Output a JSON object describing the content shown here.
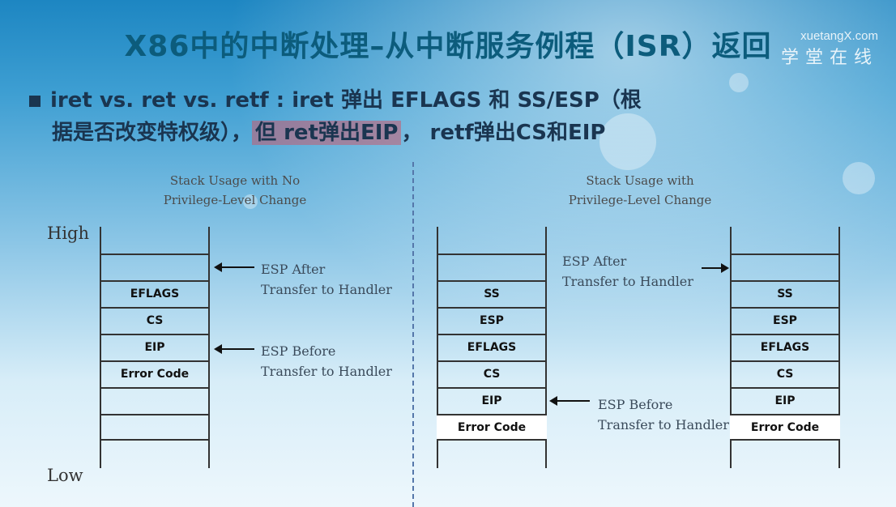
{
  "slide": {
    "title": "X86中的中断处理–从中断服务例程（ISR）返回",
    "watermark": {
      "site": "xuetangX.com",
      "cn": "学堂在线"
    },
    "bullet": {
      "line1": "iret vs. ret vs. retf : iret 弹出 EFLAGS 和 SS/ESP（根",
      "line2_prefix": "据是否改变特权级），",
      "line2_highlight": "但 ret弹出EIP",
      "line2_suffix": "， retf弹出CS和EIP"
    }
  },
  "left_diagram": {
    "caption_line1": "Stack Usage with No",
    "caption_line2": "Privilege-Level Change",
    "high_label": "High",
    "low_label": "Low",
    "cells": [
      "",
      "",
      "EFLAGS",
      "CS",
      "EIP",
      "Error Code",
      "",
      ""
    ],
    "ann_after_1": "ESP After",
    "ann_after_2": "Transfer to Handler",
    "ann_before_1": "ESP Before",
    "ann_before_2": "Transfer to Handler"
  },
  "right_diagram": {
    "caption_line1": "Stack Usage with",
    "caption_line2": "Privilege-Level Change",
    "left_cells": [
      "",
      "",
      "SS",
      "ESP",
      "EFLAGS",
      "CS",
      "EIP",
      "Error Code"
    ],
    "right_cells": [
      "",
      "",
      "SS",
      "ESP",
      "EFLAGS",
      "CS",
      "EIP",
      "Error Code"
    ],
    "ann_after_1": "ESP After",
    "ann_after_2": "Transfer to Handler",
    "ann_before_1": "ESP Before",
    "ann_before_2": "Transfer to Handler"
  }
}
